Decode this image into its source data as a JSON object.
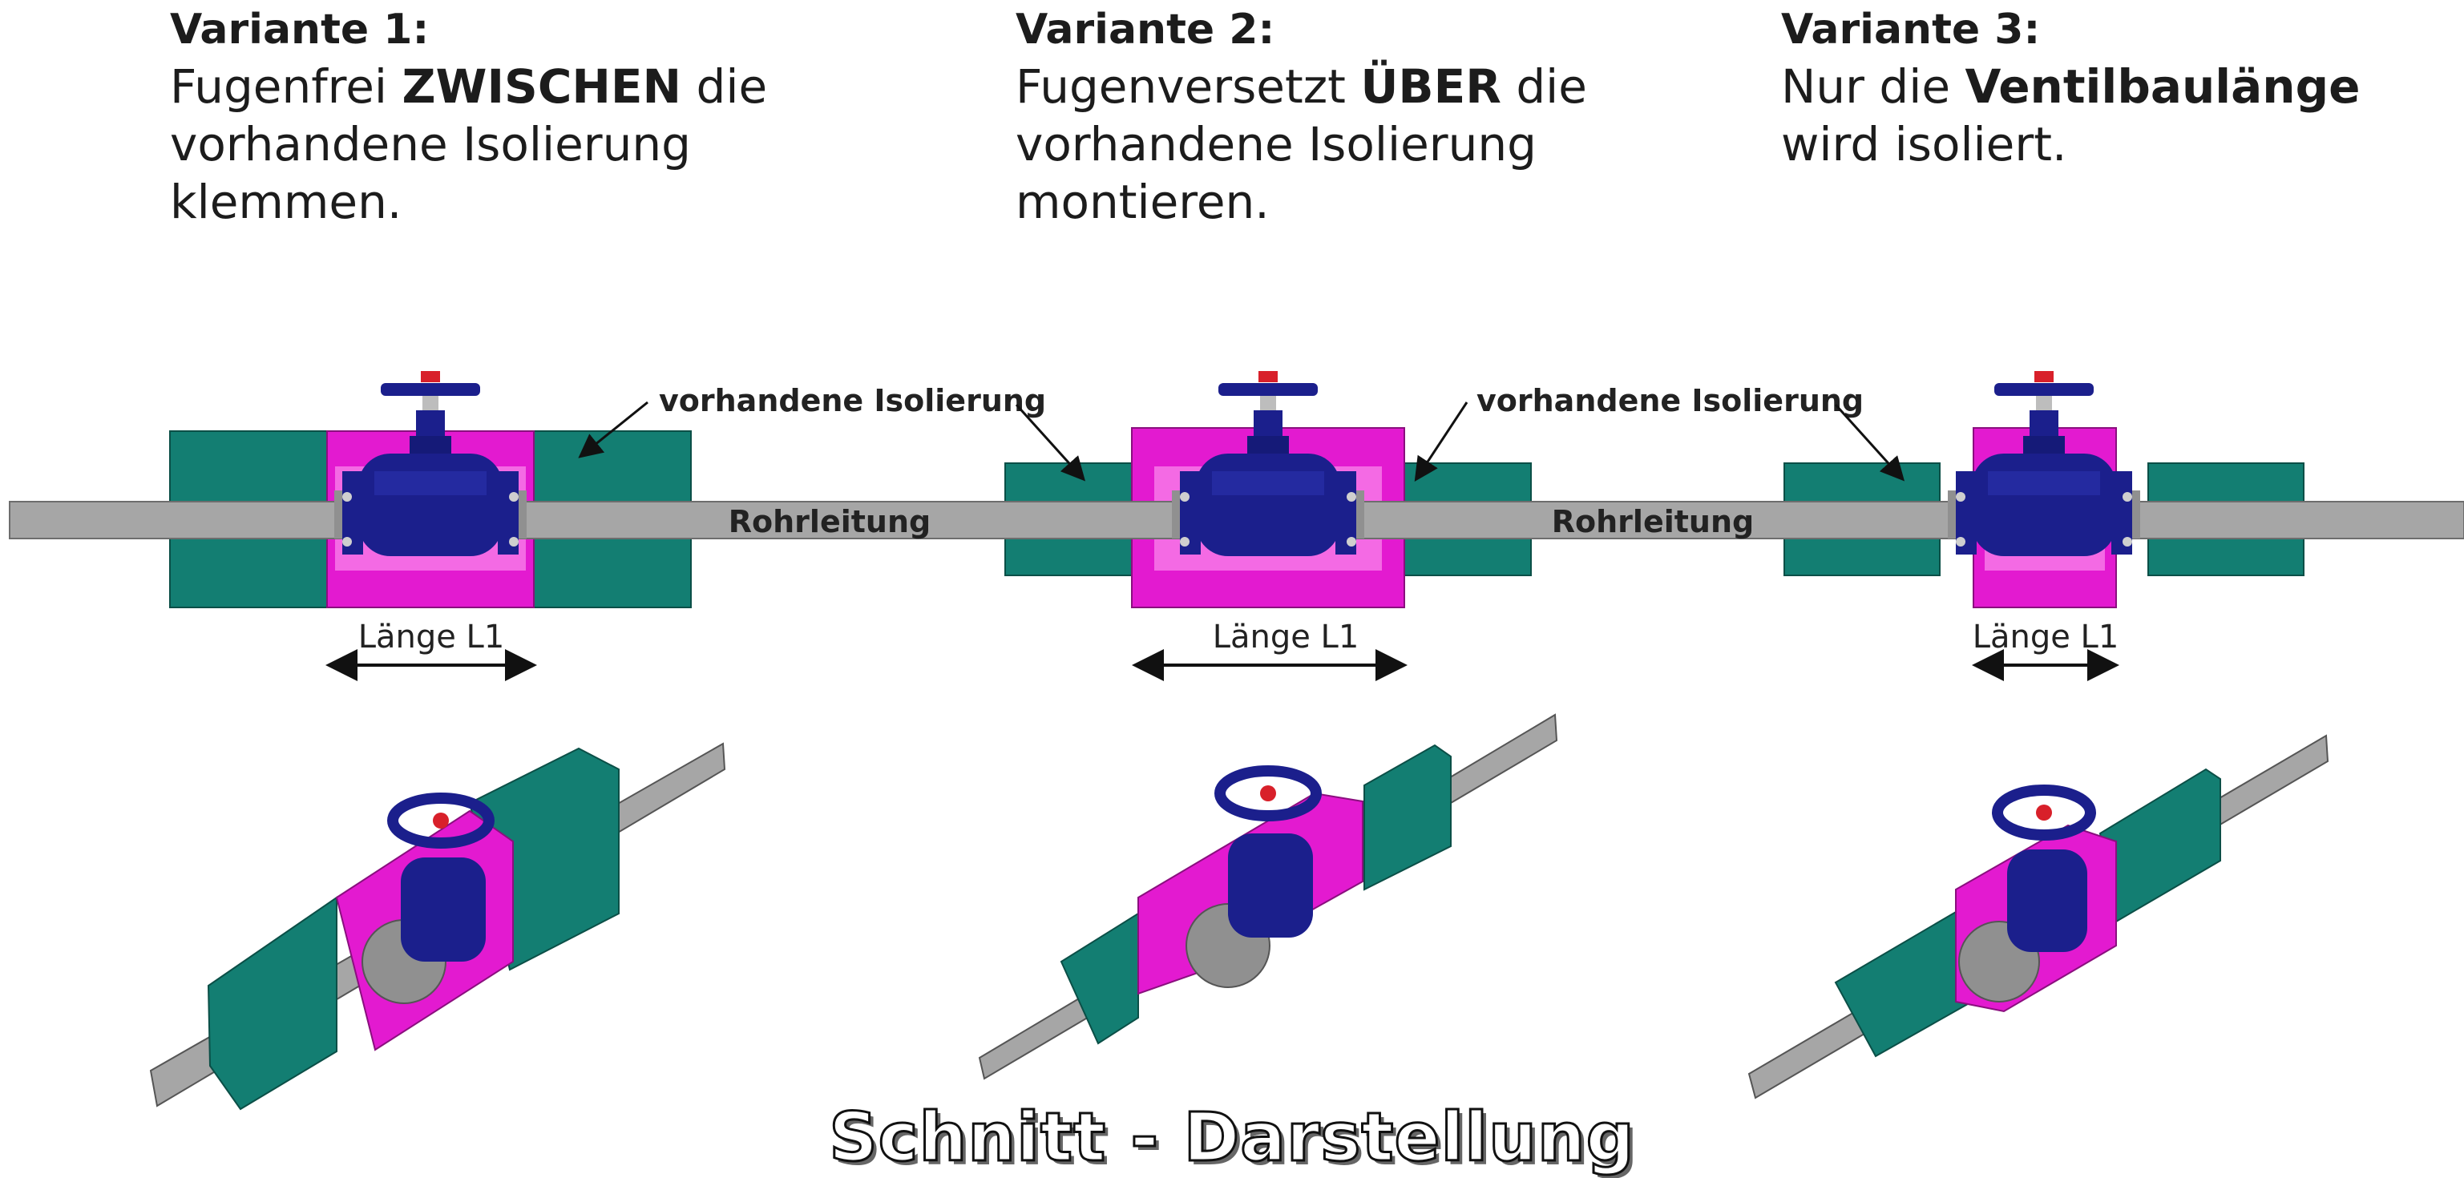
{
  "variants": [
    {
      "heading": "Variante 1:",
      "lines": [
        {
          "pre": "Fugenfrei ",
          "bold": "ZWISCHEN",
          "post": " die"
        },
        {
          "pre": "vorhandene Isolierung",
          "bold": "",
          "post": ""
        },
        {
          "pre": "klemmen.",
          "bold": "",
          "post": ""
        }
      ]
    },
    {
      "heading": "Variante 2:",
      "lines": [
        {
          "pre": "Fugenversetzt ",
          "bold": "ÜBER",
          "post": " die"
        },
        {
          "pre": "vorhandene Isolierung",
          "bold": "",
          "post": ""
        },
        {
          "pre": "montieren.",
          "bold": "",
          "post": ""
        }
      ]
    },
    {
      "heading": "Variante 3:",
      "lines": [
        {
          "pre": "Nur die ",
          "bold": "Ventilbaulänge",
          "post": ""
        },
        {
          "pre": "wird isoliert.",
          "bold": "",
          "post": ""
        }
      ]
    }
  ],
  "labels": {
    "insulation": "vorhandene Isolierung",
    "pipe": "Rohrleitung",
    "length": "Länge L1"
  },
  "footer_title": "Schnitt - Darstellung",
  "colors": {
    "insulation": "#137e72",
    "valve_insulation": "#e31ad0",
    "pipe": "#a6a6a6",
    "valve_body": "#1b1f8c",
    "handle_cap": "#d8202a",
    "flange": "#909090"
  }
}
